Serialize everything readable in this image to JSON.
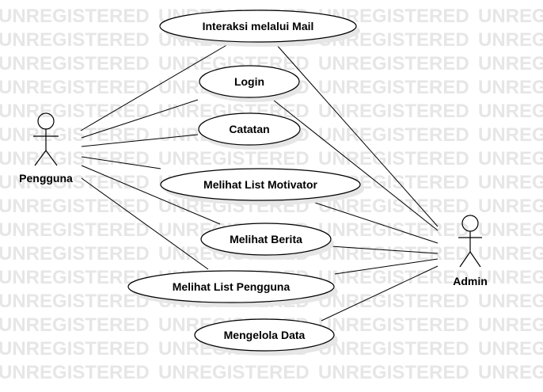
{
  "watermark": {
    "text": "UNREGISTERED"
  },
  "actors": {
    "pengguna": {
      "label": "Pengguna"
    },
    "admin": {
      "label": "Admin"
    }
  },
  "use_cases": {
    "interaksi_mail": "Interaksi melalui Mail",
    "login": "Login",
    "catatan": "Catatan",
    "list_motivator": "Melihat List Motivator",
    "berita": "Melihat Berita",
    "list_pengguna": "Melihat List Pengguna",
    "mengelola_data": "Mengelola Data"
  }
}
